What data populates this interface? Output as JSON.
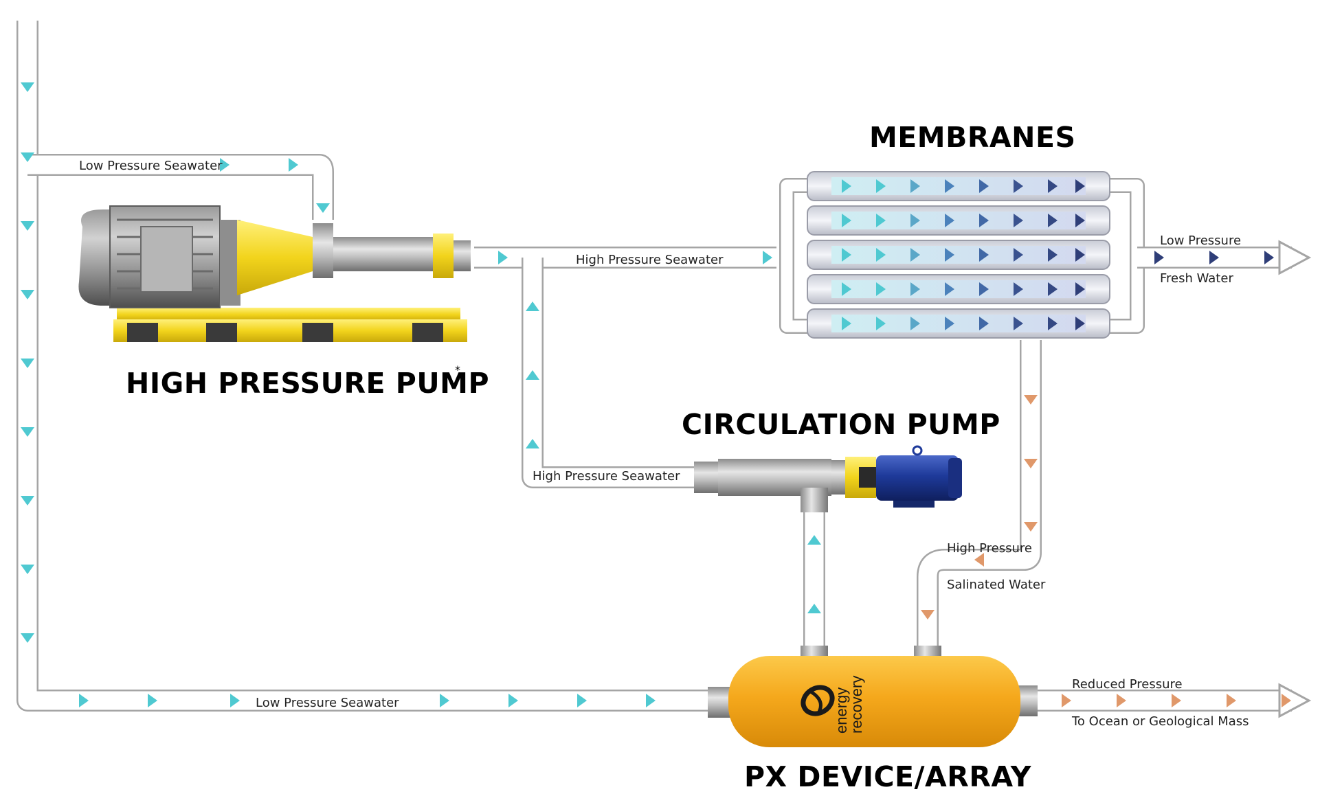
{
  "titles": {
    "high_pressure_pump": "HIGH PRESSURE PUMP",
    "high_pressure_pump_note": "*",
    "membranes": "MEMBRANES",
    "circulation_pump": "CIRCULATION PUMP",
    "px_device": "PX DEVICE/ARRAY"
  },
  "flow_labels": {
    "low_pressure_seawater_top": "Low Pressure Seawater",
    "high_pressure_seawater_main": "High Pressure Seawater",
    "high_pressure_seawater_circ": "High Pressure Seawater",
    "low_pressure_seawater_bottom": "Low Pressure Seawater",
    "fresh_water_line1": "Low Pressure",
    "fresh_water_line2": "Fresh Water",
    "brine_line1": "High Pressure",
    "brine_line2": "Salinated Water",
    "reject_line1": "Reduced Pressure",
    "reject_line2": "To Ocean or Geological Mass"
  },
  "px_logo": {
    "line1": "energy",
    "line2": "recovery"
  },
  "colors": {
    "seawater_arrow": "#4fc9d1",
    "brine_arrow": "#e0986a",
    "fresh_arrow": "#2f3e78",
    "pump_yellow": "#f2d41c",
    "px_orange": "#f5a81c",
    "circ_motor_blue": "#1e3a9a"
  }
}
